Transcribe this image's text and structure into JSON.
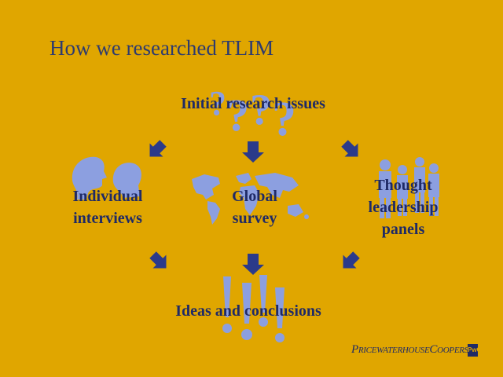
{
  "slide": {
    "title": "How we researched TLIM",
    "nodes": {
      "initial": "Initial research issues",
      "individual_line1": "Individual",
      "individual_line2": "interviews",
      "global_line1": "Global",
      "global_line2": "survey",
      "thought_line1": "Thought",
      "thought_line2": "leadership",
      "thought_line3": "panels",
      "ideas": "Ideas and conclusions"
    },
    "brand": "PricewaterhouseCoopers",
    "brand_seal": "PwC"
  },
  "icons": [
    "question-marks-icon",
    "person-head-icon",
    "world-map-icon",
    "people-group-icon",
    "exclamation-marks-icon",
    "arrow-down-icon"
  ],
  "colors": {
    "background": "#E0A600",
    "text": "#1F2A66",
    "title": "#2E3B6E",
    "clipart": "#8C9FE0",
    "arrow": "#2B3A8A"
  }
}
